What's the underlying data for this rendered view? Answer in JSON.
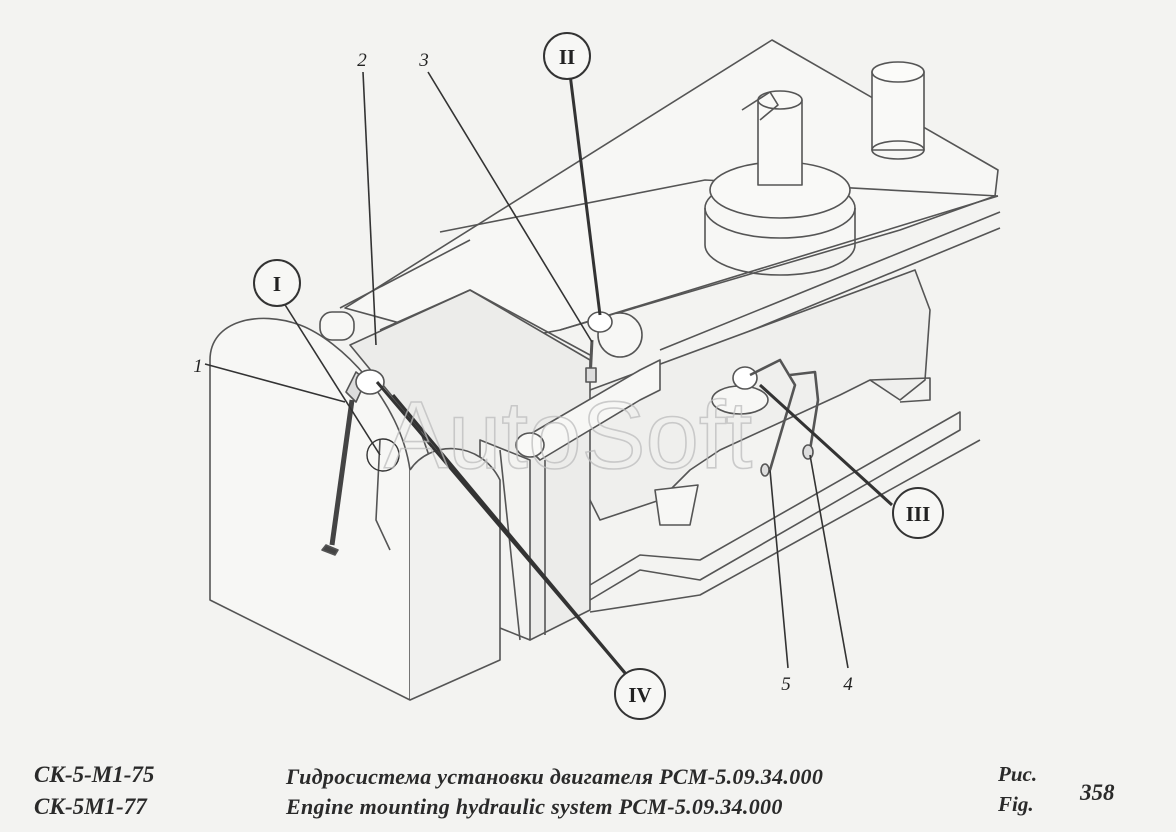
{
  "diagram": {
    "callouts": {
      "circle_I": "I",
      "circle_II": "II",
      "circle_III": "III",
      "circle_IV": "IV",
      "num_1": "1",
      "num_2": "2",
      "num_3": "3",
      "num_4": "4",
      "num_5": "5"
    },
    "watermark": "AutoSoft"
  },
  "footer": {
    "model_line1": "СК-5-М1-75",
    "model_line2": "СК-5М1-77",
    "title_ru": "Гидросистема установки двигателя РСМ-5.09.34.000",
    "title_en": "Engine mounting hydraulic system РСМ-5.09.34.000",
    "fig_ru": "Рис.",
    "fig_en": "Fig.",
    "fig_number": "358"
  }
}
